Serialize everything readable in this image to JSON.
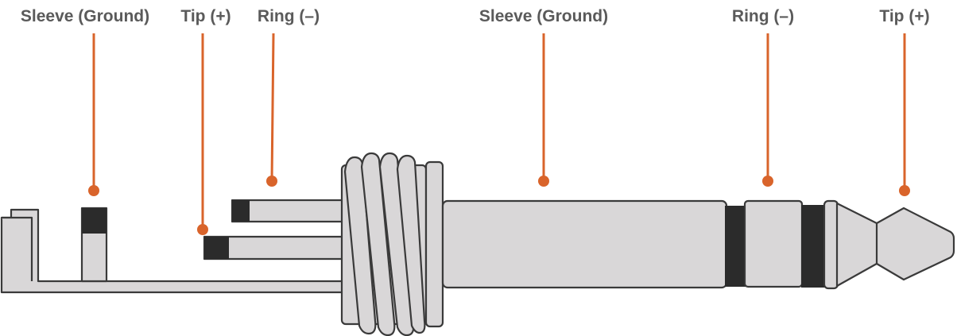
{
  "colors": {
    "metal": "#d9d7d8",
    "outline": "#3a3a3a",
    "dark": "#2b2b2b",
    "accent": "#d9642b",
    "label": "#5a5a5a"
  },
  "labels": {
    "left_sleeve": "Sleeve (Ground)",
    "left_tip": "Tip (+)",
    "left_ring": "Ring (–)",
    "right_sleeve": "Sleeve (Ground)",
    "right_ring": "Ring (–)",
    "right_tip": "Tip (+)"
  }
}
